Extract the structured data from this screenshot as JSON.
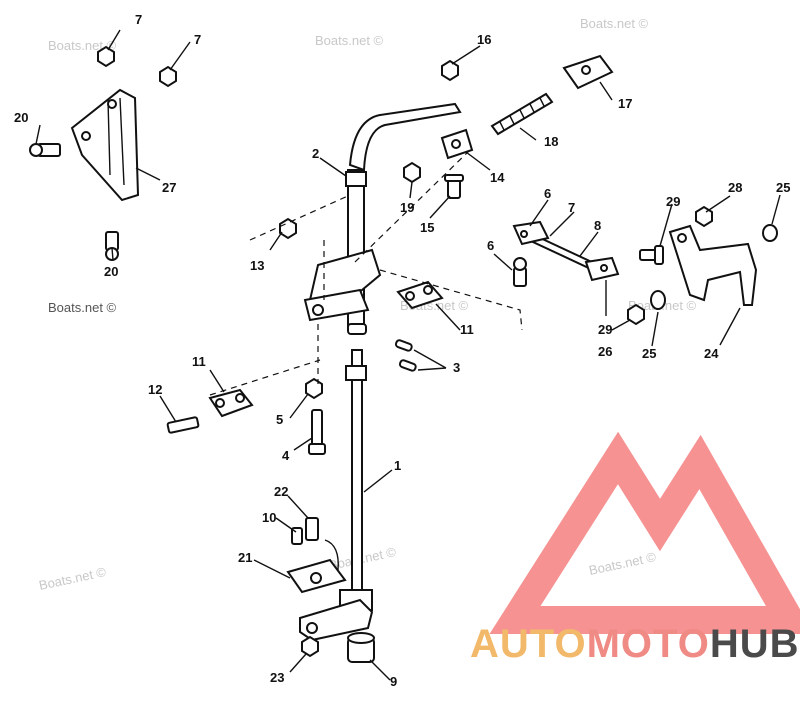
{
  "watermark": "Boats.net ©",
  "logo": {
    "text_auto": "AUTO",
    "text_moto": "MOTO",
    "text_hub": "HUB",
    "color_auto": "#f2b96a",
    "color_moto": "#ef8a85",
    "color_hub": "#4a4a4a",
    "triangle_color": "#f47f7f"
  },
  "callouts": [
    "7",
    "7",
    "16",
    "20",
    "17",
    "2",
    "18",
    "27",
    "14",
    "19",
    "15",
    "28",
    "25",
    "6",
    "7",
    "8",
    "29",
    "13",
    "20",
    "6",
    "Boats.net ©",
    "11",
    "29",
    "26",
    "25",
    "24",
    "3",
    "11",
    "12",
    "5",
    "4",
    "1",
    "22",
    "10",
    "21",
    "23",
    "9"
  ]
}
